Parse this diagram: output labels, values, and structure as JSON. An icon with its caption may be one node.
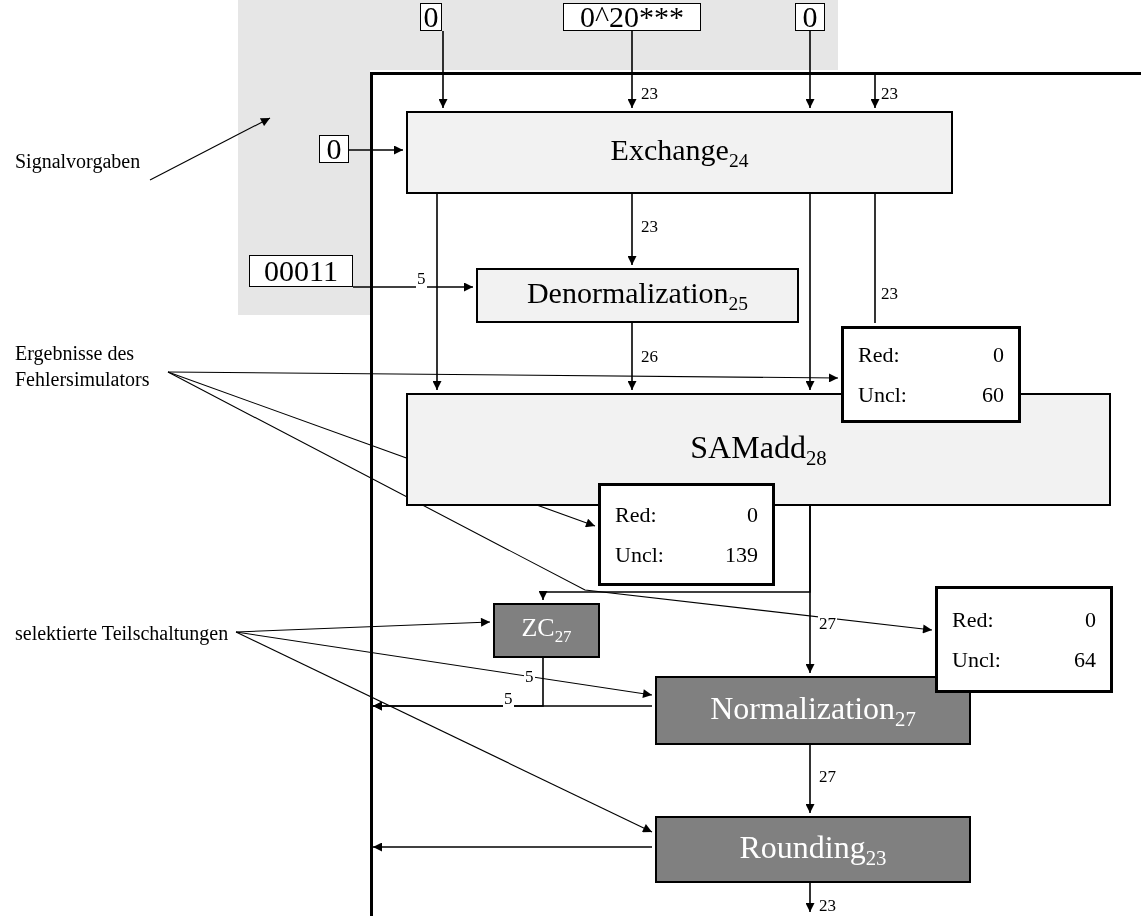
{
  "diagram": {
    "nodes": [
      {
        "text": [],
        "shape": "box"
      },
      {
        "text": [
          "0"
        ],
        "in": 0
      },
      {
        "text": [
          "0^20***"
        ],
        "in": 0
      },
      {
        "text": [
          "0"
        ],
        "in": 0
      },
      {
        "text": [
          "0"
        ],
        "in": 0
      },
      {
        "text": [
          "00011"
        ],
        "in": 0
      },
      {
        "text": [],
        "shape": "box"
      },
      {
        "text": [
          "Exchange$_{24}$"
        ],
        "in": 6
      },
      {
        "text": [
          "Denormalization$_{25}$"
        ],
        "in": 6
      },
      {
        "text": [
          "Red:",
          "0",
          "Uncl:",
          "60"
        ],
        "in": 6
      },
      {
        "text": [
          "SAMadd$_{28}$"
        ],
        "in": 6
      },
      {
        "text": [
          "Red:",
          "0",
          "Uncl:",
          "139"
        ],
        "in": 6
      },
      {
        "text": [
          "ZC$_{27}$"
        ],
        "in": 6
      },
      {
        "text": [
          "Red:",
          "0",
          "Uncl:",
          "64"
        ],
        "in": 6
      },
      {
        "text": [
          "Normalization$_{27}$"
        ],
        "in": 6
      },
      {
        "text": [
          "Rounding$_{23}$"
        ],
        "in": 6
      },
      {
        "text": [
          "Signalvorgaben"
        ]
      },
      {
        "text": [
          "Ergebnisse des Fehlersimulators"
        ]
      },
      {
        "text": [
          "selektierte Teilschaltungen"
        ]
      }
    ],
    "edges": [
      {
        "from": 1,
        "to": 7,
        "arrow": "to"
      },
      {
        "from": 2,
        "to": 7,
        "arrow": "to",
        "label": "23"
      },
      {
        "from": 3,
        "to": 7,
        "arrow": "to"
      },
      {
        "from": null,
        "to": 7,
        "arrow": "to",
        "label": "23"
      },
      {
        "from": 4,
        "to": 7,
        "arrow": "to"
      },
      {
        "from": 7,
        "to": 8,
        "arrow": "to",
        "label": "23"
      },
      {
        "from": 5,
        "to": 8,
        "arrow": "to",
        "label": "5"
      },
      {
        "from": 7,
        "to": 10,
        "arrow": "to"
      },
      {
        "from": 8,
        "to": 10,
        "arrow": "to",
        "label": "26"
      },
      {
        "from": 7,
        "to": 10,
        "arrow": "to"
      },
      {
        "from": 7,
        "to": 9,
        "arrow": "none",
        "label": "23"
      },
      {
        "from": 10,
        "to": 12,
        "arrow": "to"
      },
      {
        "from": 10,
        "to": 14,
        "arrow": "to",
        "label": "27"
      },
      {
        "from": 12,
        "to": 6,
        "arrow": "to",
        "label": "5"
      },
      {
        "from": 14,
        "to": 6,
        "arrow": "to",
        "label": "5"
      },
      {
        "from": 15,
        "to": 6,
        "arrow": "to"
      },
      {
        "from": 14,
        "to": 15,
        "arrow": "to",
        "label": "27"
      },
      {
        "from": 15,
        "to": null,
        "arrow": "to",
        "label": "23"
      },
      {
        "from": 16,
        "to": 0,
        "arrow": "to"
      },
      {
        "from": 17,
        "to": 9,
        "arrow": "to"
      },
      {
        "from": 17,
        "to": 11,
        "arrow": "to"
      },
      {
        "from": 17,
        "to": 13,
        "arrow": "to"
      },
      {
        "from": 18,
        "to": 12,
        "arrow": "to"
      },
      {
        "from": 18,
        "to": 14,
        "arrow": "to"
      },
      {
        "from": 18,
        "to": 15,
        "arrow": "to"
      }
    ]
  }
}
